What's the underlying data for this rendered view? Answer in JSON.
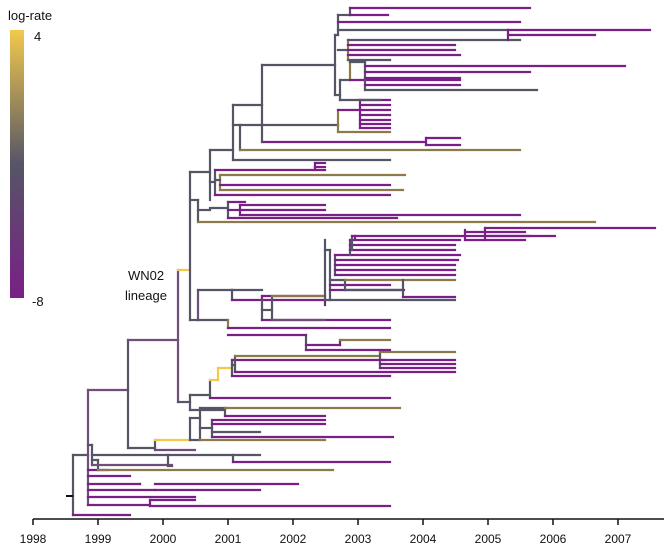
{
  "legend": {
    "title": "log-rate",
    "max_label": "4",
    "min_label": "-8",
    "color_low": "#7a1f86",
    "color_mid": "#555566",
    "color_high": "#f2c94c"
  },
  "annotation": {
    "line1": "WN02",
    "line2": "lineage"
  },
  "x_axis": {
    "ticks": [
      "1998",
      "1999",
      "2000",
      "2001",
      "2002",
      "2003",
      "2004",
      "2005",
      "2006",
      "2007"
    ]
  }
}
